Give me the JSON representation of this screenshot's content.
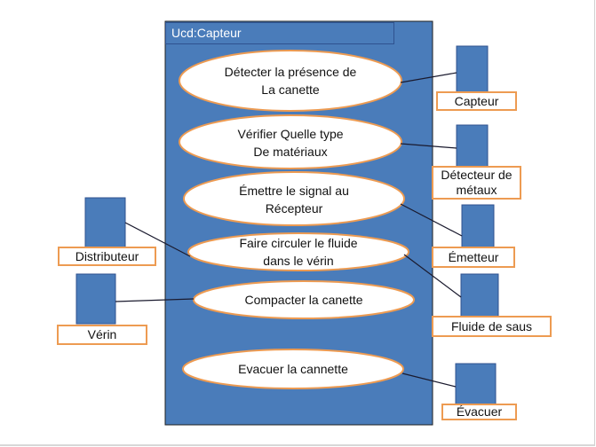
{
  "diagram": {
    "system_title": "Ucd:Capteur",
    "colors": {
      "system_fill": "#4a7cba",
      "system_border": "#1f1f1f",
      "actor_fill": "#4a7cba",
      "label_border": "#ed9b52",
      "usecase_fill": "#ffffff",
      "usecase_border": "#ed9b52"
    },
    "use_cases": [
      {
        "id": "uc1",
        "text": "Détecter la présence de\nLa canette"
      },
      {
        "id": "uc2",
        "text": "Vérifier Quelle type\nDe matériaux"
      },
      {
        "id": "uc3",
        "text": "Émettre le signal au\nRécepteur"
      },
      {
        "id": "uc4",
        "text": "Faire circuler le fluide\ndans le vérin"
      },
      {
        "id": "uc5",
        "text": "Compacter la canette"
      },
      {
        "id": "uc6",
        "text": "Evacuer la cannette"
      }
    ],
    "actors": [
      {
        "id": "a1",
        "label": "Capteur",
        "side": "right",
        "linked_use_case": "uc1"
      },
      {
        "id": "a2",
        "label": "Détecteur de métaux",
        "side": "right",
        "linked_use_case": "uc2"
      },
      {
        "id": "a3",
        "label": "Émetteur",
        "side": "right",
        "linked_use_case": "uc3"
      },
      {
        "id": "a4",
        "label": "Fluide de saus",
        "side": "right",
        "linked_use_case": "uc4"
      },
      {
        "id": "a5",
        "label": "Évacuer",
        "side": "right",
        "linked_use_case": "uc6"
      },
      {
        "id": "a6",
        "label": "Distributeur",
        "side": "left",
        "linked_use_case": "uc4"
      },
      {
        "id": "a7",
        "label": "Vérin",
        "side": "left",
        "linked_use_case": "uc5"
      }
    ]
  }
}
